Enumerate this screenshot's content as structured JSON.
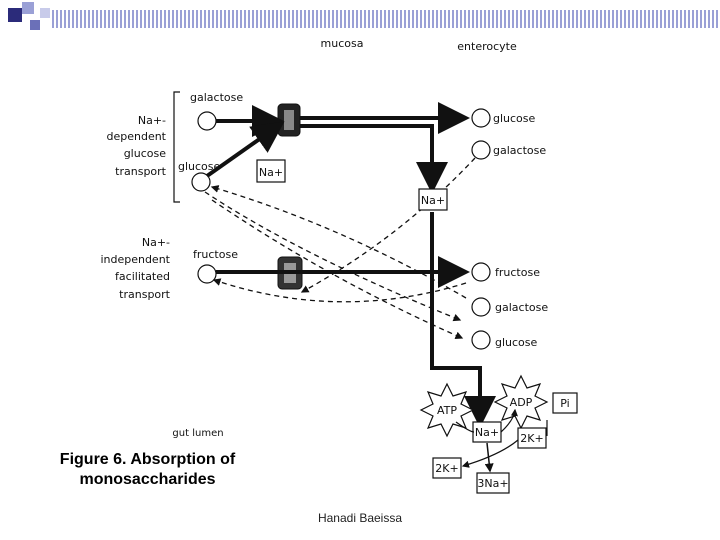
{
  "slide": {
    "caption_line1": "Figure 6. Absorption of",
    "caption_line2": "monosaccharides",
    "footer": "Hanadi Baeissa",
    "accent_color": "#3c3c8c",
    "stripe_color": "#9aa0d6"
  },
  "diagram": {
    "header_left": "mucosa",
    "header_right": "enterocyte",
    "na_dep_1": "Na+-",
    "na_dep_2": "dependent",
    "na_dep_3": "glucose",
    "na_dep_4": "transport",
    "na_ind_1": "Na+-",
    "na_ind_2": "independent",
    "na_ind_3": "facilitated",
    "na_ind_4": "transport",
    "lumen_galactose": "galactose",
    "lumen_glucose": "glucose",
    "lumen_fructose": "fructose",
    "na_transporter": "Na+",
    "na_inside": "Na+",
    "cell_glucose": "glucose",
    "cell_galactose": "galactose",
    "out_fructose": "fructose",
    "out_galactose": "galactose",
    "out_glucose": "glucose",
    "atp": "ATP",
    "adp": "ADP",
    "pi": "Pi",
    "pump_na": "Na+",
    "pump_2k_right": "2K+",
    "pump_2k_left": "2K+",
    "pump_3na": "3Na+",
    "gut_lumen": "gut lumen"
  }
}
